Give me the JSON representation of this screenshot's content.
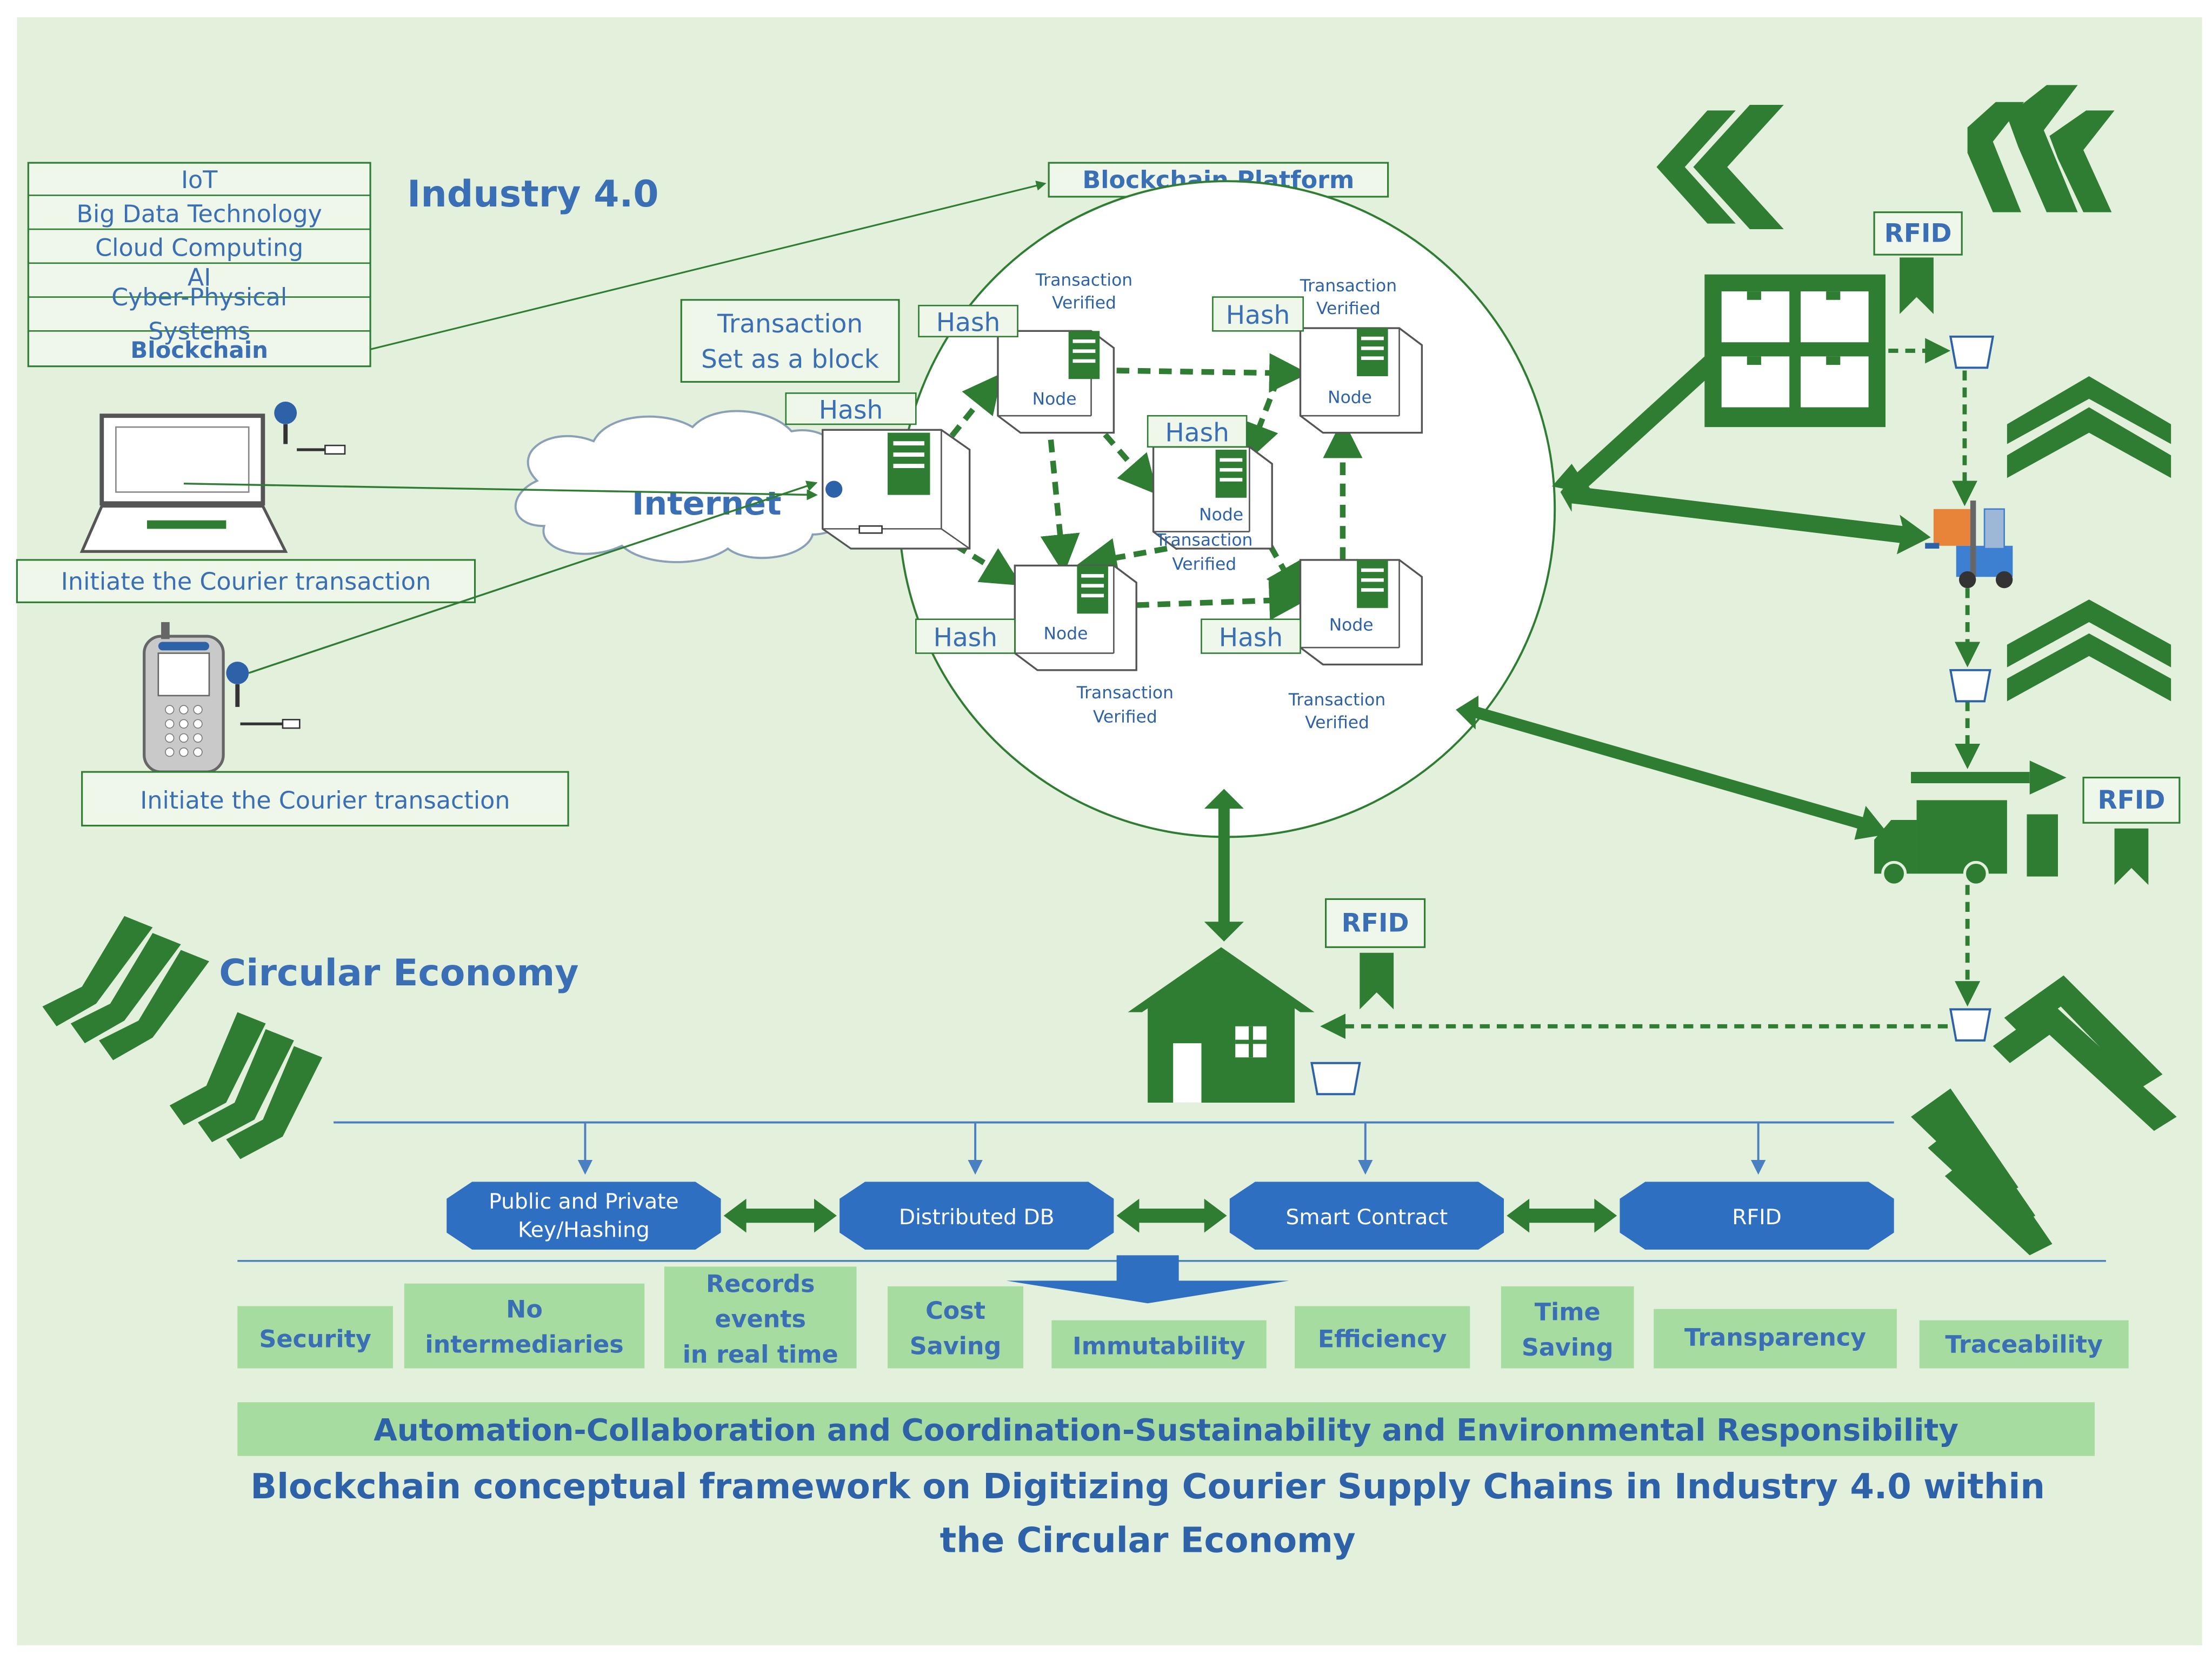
{
  "title": {
    "line1": "Blockchain conceptual framework on Digitizing Courier Supply Chains in Industry 4.0 within",
    "line2": "the Circular Economy"
  },
  "colors": {
    "background": "#e3f0dc",
    "green": "#2e7d32",
    "blue_text": "#3a6fb5",
    "octagon_blue": "#2e6fc2",
    "benefit_box": "#a6dca0"
  },
  "industry": {
    "heading": "Industry 4.0",
    "techs": [
      "IoT",
      "Big Data Technology",
      "Cloud Computing",
      "AI",
      "Cyber-Physical Systems",
      "Blockchain"
    ]
  },
  "blockchain_platform": "Blockchain Platform",
  "transaction_block": {
    "line1": "Transaction",
    "line2": "Set as a block"
  },
  "internet": "Internet",
  "initiate_laptop": "Initiate the Courier transaction",
  "initiate_phone": "Initiate the Courier transaction",
  "hash_label": "Hash",
  "node_label": "Node",
  "verified": {
    "line1": "Transaction",
    "line2": "Verified"
  },
  "rfid_label": "RFID",
  "circular_economy": "Circular Economy",
  "technologies": [
    "Public and Private Key/Hashing",
    "Distributed DB",
    "Smart Contract",
    "RFID"
  ],
  "benefits": [
    "Security",
    "No intermediaries",
    "Records events in real time",
    "Cost Saving",
    "Immutability",
    "Efficiency",
    "Time Saving",
    "Transparency",
    "Traceability"
  ],
  "banner": "Automation-Collaboration and Coordination-Sustainability and Environmental Responsibility",
  "icons": [
    "laptop-icon",
    "mobile-phone-icon",
    "key-icon",
    "cloud-icon",
    "server-icon",
    "warehouse-icon",
    "package-icon",
    "forklift-icon",
    "truck-icon",
    "house-icon",
    "rfid-tag-icon",
    "chevron-icon"
  ]
}
